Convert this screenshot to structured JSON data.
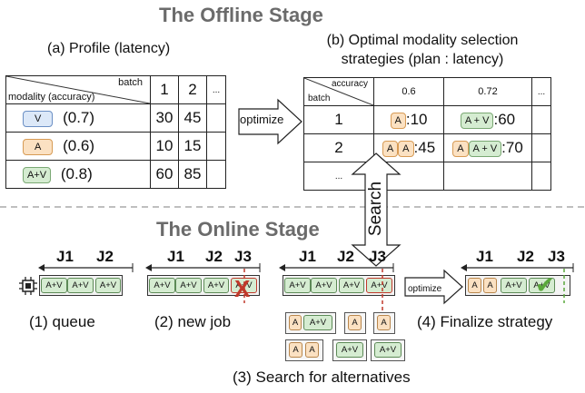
{
  "offline": {
    "title": "The Offline Stage",
    "profile_caption": "(a) Profile (latency)",
    "profile_table": {
      "header_batch": "batch",
      "header_modality": "modality (accuracy)",
      "columns": [
        "1",
        "2",
        "..."
      ],
      "rows": [
        {
          "modality": "V",
          "accuracy": "(0.7)",
          "values": [
            "30",
            "45",
            ""
          ]
        },
        {
          "modality": "A",
          "accuracy": "(0.6)",
          "values": [
            "10",
            "15",
            ""
          ]
        },
        {
          "modality": "A+V",
          "accuracy": "(0.8)",
          "values": [
            "60",
            "85",
            ""
          ]
        }
      ]
    },
    "optimize_label": "optimize",
    "plan_caption_line1": "(b) Optimal modality selection",
    "plan_caption_line2": "strategies (plan : latency)",
    "plan_table": {
      "header_accuracy": "accuracy",
      "header_batch": "batch",
      "columns": [
        "0.6",
        "0.72",
        "..."
      ],
      "rows": [
        {
          "batch": "1",
          "cells": [
            {
              "chips": [
                "A"
              ],
              "latency": ":10"
            },
            {
              "chips": [
                "A + V"
              ],
              "latency": ":60"
            }
          ]
        },
        {
          "batch": "2",
          "cells": [
            {
              "chips": [
                "A",
                "A"
              ],
              "latency": ":45"
            },
            {
              "chips": [
                "A",
                "A + V"
              ],
              "latency": ":70"
            }
          ]
        },
        {
          "batch": "...",
          "cells": []
        }
      ]
    },
    "search_label": "Search"
  },
  "online": {
    "title": "The Online Stage",
    "job_labels": {
      "j1": "J1",
      "j2": "J2",
      "j3": "J3"
    },
    "block_labels": {
      "av": "A+V",
      "a": "A"
    },
    "captions": {
      "queue": "(1) queue",
      "new_job": "(2) new job",
      "search": "(3) Search for alternatives",
      "finalize": "(4) Finalize strategy"
    },
    "optimize_label": "optimize",
    "reject_mark": "X",
    "accept_mark": "✔"
  },
  "colors": {
    "vision": "#dce8f8",
    "audio": "#fbe1c2",
    "audio_vision": "#d5ecd1",
    "reject": "#c0392b",
    "accept": "#5aa83c"
  }
}
